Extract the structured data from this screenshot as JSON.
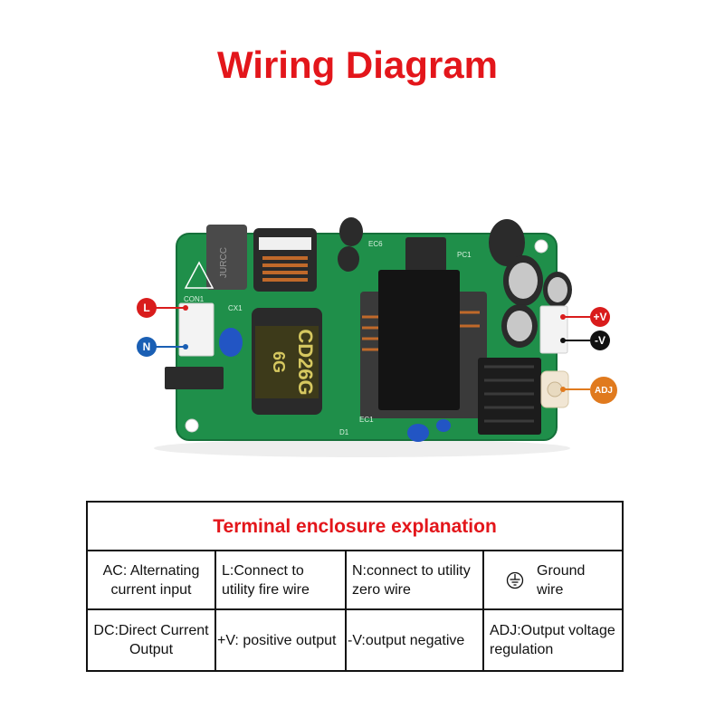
{
  "title": "Wiring Diagram",
  "board": {
    "silkscreen": {
      "relay": "JURCC",
      "cap_text_1": "CD26G",
      "cap_text_2": "6G",
      "label_con": "CON1",
      "label_cx": "CX1",
      "label_ec1": "EC1",
      "label_ec6": "EC6",
      "label_d1": "D1",
      "label_pc1": "PC1"
    },
    "terminals": {
      "L": "L",
      "N": "N",
      "plus_v": "+V",
      "minus_v": "-V",
      "adj": "ADJ"
    },
    "colors": {
      "L": "#d91c1c",
      "N": "#1a5fb4",
      "plus_v": "#d91c1c",
      "minus_v": "#111111",
      "adj": "#e07a1e",
      "pcb": "#1f8f4a"
    }
  },
  "table": {
    "header": "Terminal enclosure explanation",
    "row1": {
      "ac": "AC: Alternating current input",
      "l": "L:Connect to utility fire wire",
      "n": "N:connect to utility zero wire",
      "ground": "Ground wire",
      "ground_icon": "ground-symbol-icon"
    },
    "row2": {
      "dc": "DC:Direct Current Output",
      "plus_v": "+V: positive output",
      "minus_v": "-V:output negative",
      "adj": "ADJ:Output voltage regulation"
    }
  }
}
